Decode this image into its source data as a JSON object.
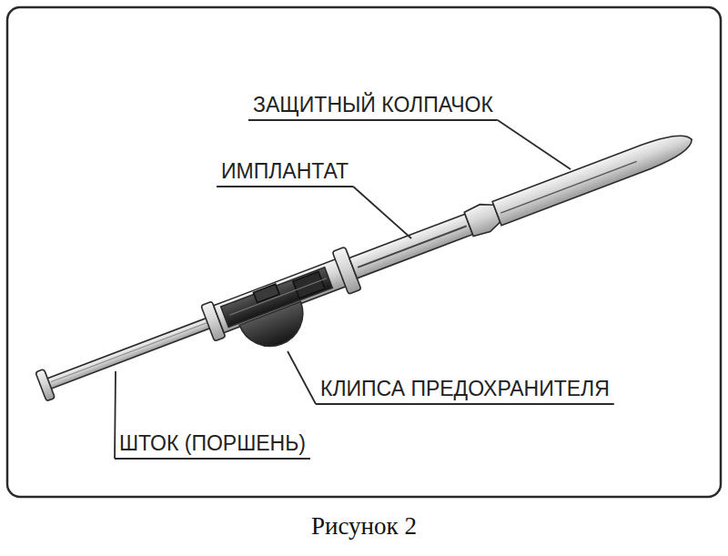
{
  "diagram": {
    "caption": "Рисунок 2",
    "labels": [
      "ЗАЩИТНЫЙ КОЛПАЧОК",
      "ИМПЛАНТАТ",
      "КЛИПСА ПРЕДОХРАНИТЕЛЯ",
      "ШТОК (ПОРШЕНЬ)"
    ]
  }
}
